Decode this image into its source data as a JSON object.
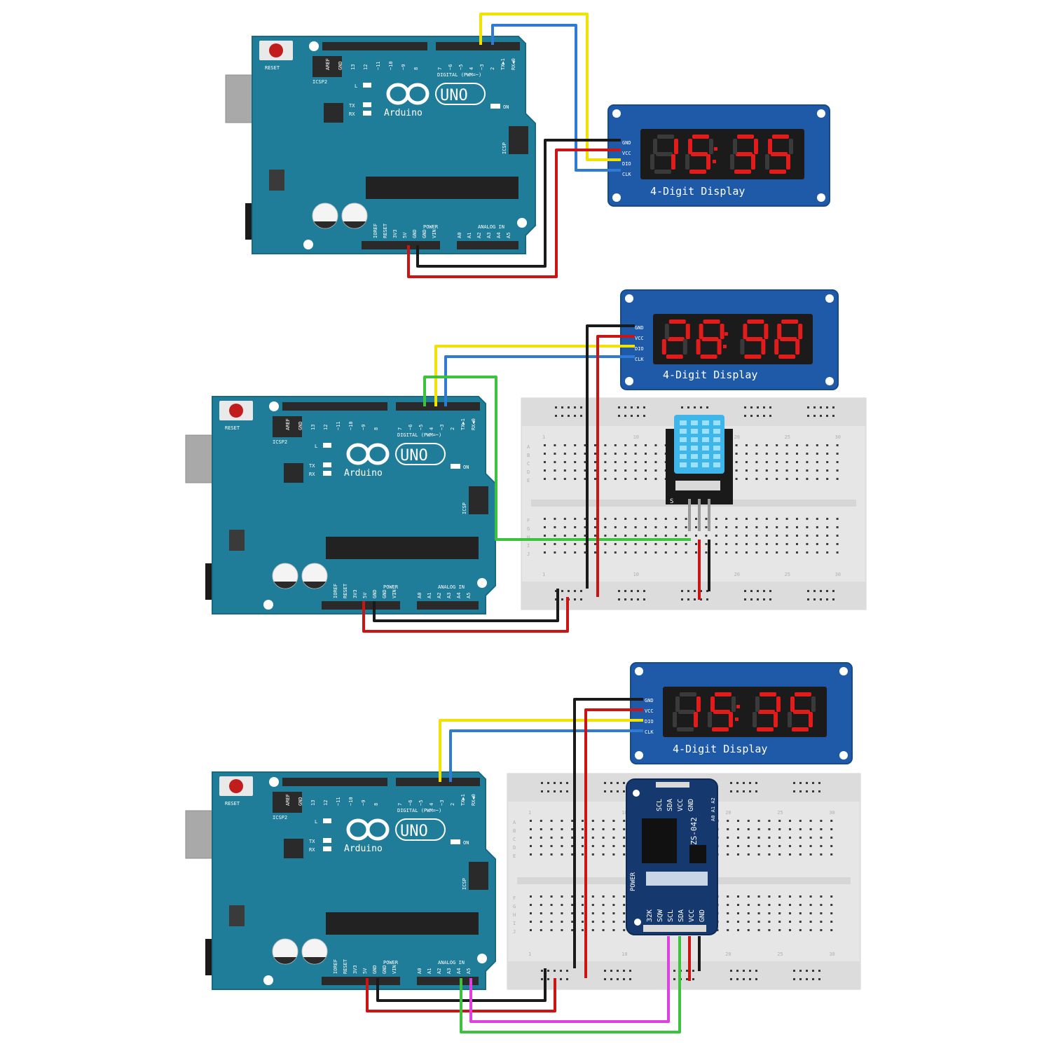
{
  "diagrams": [
    {
      "arduino": {
        "model_label": "UNO",
        "brand_label": "Arduino",
        "reset_label": "RESET",
        "icsp2_label": "ICSP2",
        "icsp_label": "ICSP",
        "l_label": "L",
        "tx_label": "TX",
        "rx_label": "RX",
        "on_label": "ON",
        "digital_label": "DIGITAL (PWM=~)",
        "power_label": "POWER",
        "analog_label": "ANALOG IN",
        "top_pins": [
          "AREF",
          "GND",
          "13",
          "12",
          "~11",
          "~10",
          "~9",
          "8",
          "7",
          "~6",
          "~5",
          "4",
          "~3",
          "2",
          "TX▶1",
          "RX◀0"
        ],
        "bottom_pins": [
          "IOREF",
          "RESET",
          "3V3",
          "5V",
          "GND",
          "GND",
          "VIN",
          "A0",
          "A1",
          "A2",
          "A3",
          "A4",
          "A5"
        ]
      },
      "display": {
        "digits": "15:35",
        "caption": "4-Digit Display",
        "pins": [
          "GND",
          "VCC",
          "DIO",
          "CLK"
        ]
      }
    },
    {
      "arduino": {
        "model_label": "UNO",
        "brand_label": "Arduino",
        "reset_label": "RESET",
        "icsp2_label": "ICSP2",
        "icsp_label": "ICSP",
        "l_label": "L",
        "tx_label": "TX",
        "rx_label": "RX",
        "on_label": "ON",
        "digital_label": "DIGITAL (PWM=~)",
        "power_label": "POWER",
        "analog_label": "ANALOG IN",
        "top_pins": [
          "AREF",
          "GND",
          "13",
          "12",
          "~11",
          "~10",
          "~9",
          "8",
          "7",
          "~6",
          "~5",
          "4",
          "~3",
          "2",
          "TX▶1",
          "RX◀0"
        ],
        "bottom_pins": [
          "IOREF",
          "RESET",
          "3V3",
          "5V",
          "GND",
          "GND",
          "VIN",
          "A0",
          "A1",
          "A2",
          "A3",
          "A4",
          "A5"
        ]
      },
      "display": {
        "digits": "28:98",
        "caption": "4-Digit Display",
        "pins": [
          "GND",
          "VCC",
          "DIO",
          "CLK"
        ]
      },
      "breadboard": {
        "row_letters": [
          "A",
          "B",
          "C",
          "D",
          "E",
          "F",
          "G",
          "H",
          "I",
          "J"
        ],
        "column_marks": [
          "1",
          "10",
          "20",
          "25",
          "30"
        ]
      },
      "sensor": {
        "pin_label": "S"
      }
    },
    {
      "arduino": {
        "model_label": "UNO",
        "brand_label": "Arduino",
        "reset_label": "RESET",
        "icsp2_label": "ICSP2",
        "icsp_label": "ICSP",
        "l_label": "L",
        "tx_label": "TX",
        "rx_label": "RX",
        "on_label": "ON",
        "digital_label": "DIGITAL (PWM=~)",
        "power_label": "POWER",
        "analog_label": "ANALOG IN",
        "top_pins": [
          "AREF",
          "GND",
          "13",
          "12",
          "~11",
          "~10",
          "~9",
          "8",
          "7",
          "~6",
          "~5",
          "4",
          "~3",
          "2",
          "TX▶1",
          "RX◀0"
        ],
        "bottom_pins": [
          "IOREF",
          "RESET",
          "3V3",
          "5V",
          "GND",
          "GND",
          "VIN",
          "A0",
          "A1",
          "A2",
          "A3",
          "A4",
          "A5"
        ]
      },
      "display": {
        "digits": "15:35",
        "caption": "4-Digit Display",
        "pins": [
          "GND",
          "VCC",
          "DIO",
          "CLK"
        ]
      },
      "breadboard": {
        "row_letters": [
          "A",
          "B",
          "C",
          "D",
          "E",
          "F",
          "G",
          "H",
          "I",
          "J"
        ],
        "column_marks": [
          "1",
          "10",
          "20",
          "25",
          "30"
        ]
      },
      "rtc": {
        "top_pins": [
          "SCL",
          "SDA",
          "VCC",
          "GND"
        ],
        "side_label": "ZS-042",
        "addr_label": "A0 A1 A2",
        "power_label": "POWER",
        "bottom_pins": [
          "32K",
          "SQW",
          "SCL",
          "SDA",
          "VCC",
          "GND"
        ]
      }
    }
  ],
  "colors": {
    "board": "#1f7d9a",
    "display_board": "#1e5aa8",
    "segment_on": "#e21b1b",
    "segment_off": "#3a3a3a",
    "wire_gnd": "#1a1a1a",
    "wire_vcc": "#cc1414",
    "wire_dio": "#f2e200",
    "wire_clk": "#2e7bd6",
    "wire_signal": "#3cc23c",
    "wire_sda": "#e040e0"
  }
}
